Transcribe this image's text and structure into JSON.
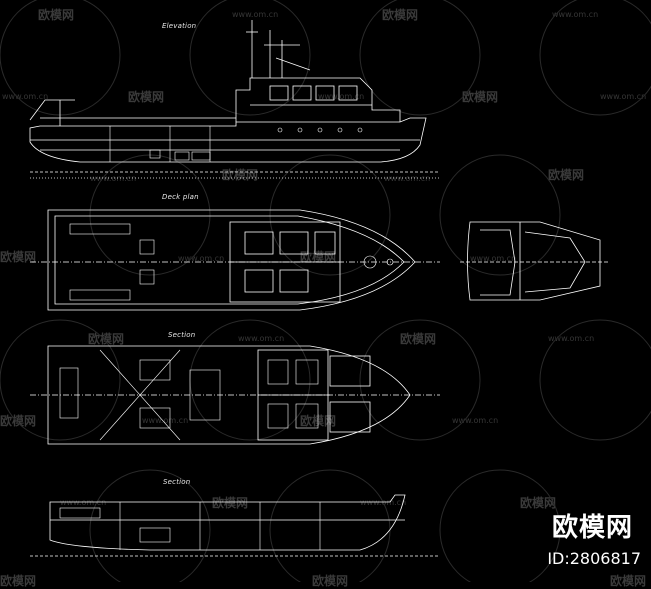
{
  "views": {
    "elevation": "Elevation",
    "deck_plan": "Deck plan",
    "section_1": "Section",
    "section_2": "Section"
  },
  "watermark": {
    "brand": "欧模网",
    "url": "www.om.cn",
    "id": "ID:2806817"
  },
  "colors": {
    "background": "#000000",
    "line": "#ffffff",
    "watermark": "#6a6a6a"
  }
}
